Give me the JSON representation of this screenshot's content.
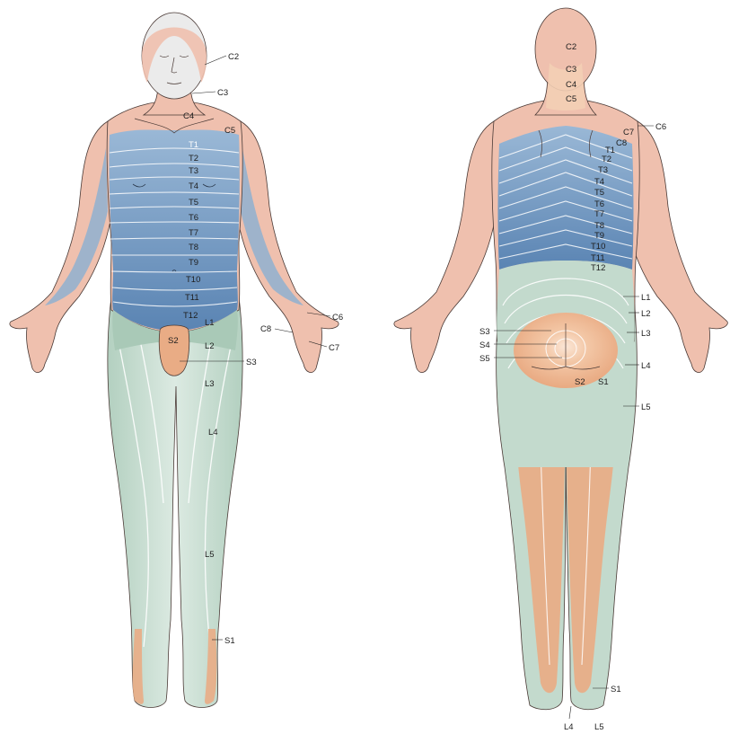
{
  "colors": {
    "cervical": "#efc0ae",
    "cervical_dark": "#e9ad98",
    "thoracic_light": "#8fb0d0",
    "thoracic_dark": "#5f88b6",
    "lumbar_light": "#dde9e1",
    "lumbar_mid": "#c3dacd",
    "lumbar_dark": "#a9c9b7",
    "sacral": "#e9ac85",
    "sacral_light": "#f3cfb5",
    "face": "#ebebeb",
    "outline": "#4a3a36"
  },
  "front": {
    "head_labels": {
      "c2": "C2",
      "c3": "C3",
      "c4": "C4",
      "c5": "C5"
    },
    "thoracic": [
      "T1",
      "T2",
      "T3",
      "T4",
      "T5",
      "T6",
      "T7",
      "T8",
      "T9",
      "T10",
      "T11",
      "T12"
    ],
    "lumbar": {
      "l1": "L1",
      "l2": "L2",
      "l3": "L3",
      "l4": "L4",
      "l5": "L5"
    },
    "sacral": {
      "s1": "S1",
      "s2": "S2",
      "s3": "S3"
    },
    "hand": {
      "c6": "C6",
      "c7": "C7",
      "c8": "C8"
    }
  },
  "back": {
    "cervical": [
      "C2",
      "C3",
      "C4",
      "C5",
      "C6",
      "C7",
      "C8"
    ],
    "thoracic": [
      "T1",
      "T2",
      "T3",
      "T4",
      "T5",
      "T6",
      "T7",
      "T8",
      "T9",
      "T10",
      "T11",
      "T12"
    ],
    "lumbar_right": [
      "L1",
      "L2",
      "L3",
      "L4",
      "L5"
    ],
    "sacral_left": [
      "S3",
      "S4",
      "S5"
    ],
    "sacral_inner": {
      "s2": "S2",
      "s1": "S1"
    },
    "feet": {
      "s1": "S1",
      "l4": "L4",
      "l5": "L5"
    }
  }
}
